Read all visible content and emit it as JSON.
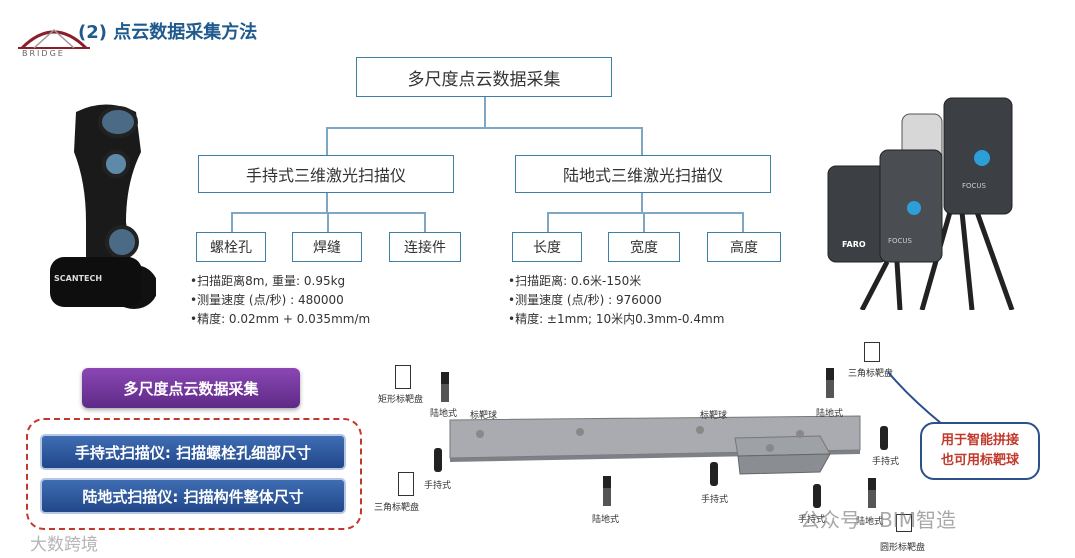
{
  "header": {
    "title": "(2) 点云数据采集方法",
    "logo_text": "BRIDGE"
  },
  "tree": {
    "root": "多尺度点云数据采集",
    "left": {
      "label": "手持式三维激光扫描仪",
      "children": [
        "螺栓孔",
        "焊缝",
        "连接件"
      ],
      "specs": [
        "•扫描距离8m, 重量: 0.95kg",
        "•测量速度 (点/秒) : 480000",
        "•精度: 0.02mm + 0.035mm/m"
      ]
    },
    "right": {
      "label": "陆地式三维激光扫描仪",
      "children": [
        "长度",
        "宽度",
        "高度"
      ],
      "specs": [
        "•扫描距离: 0.6米-150米",
        "•测量速度 (点/秒) : 976000",
        "•精度: ±1mm; 10米内0.3mm-0.4mm"
      ]
    }
  },
  "summary": {
    "title": "多尺度点云数据采集",
    "items": [
      "手持式扫描仪: 扫描螺栓孔细部尺寸",
      "陆地式扫描仪: 扫描构件整体尺寸"
    ]
  },
  "device_labels": {
    "handheld_brand": "SCANTECH",
    "faro_brand": "FARO",
    "focus": "FOCUS"
  },
  "scene_labels": {
    "rect_target": "矩形标靶盘",
    "tri_target_top": "三角标靶盘",
    "tri_target_left": "三角标靶盘",
    "round_target": "圆形标靶盘",
    "terrestrial_1": "陆地式",
    "terrestrial_2": "陆地式",
    "terrestrial_3": "陆地式",
    "terrestrial_4": "陆地式",
    "sphere_1": "标靶球",
    "sphere_2": "标靶球",
    "handheld_1": "手持式",
    "handheld_2": "手持式",
    "handheld_3": "手持式",
    "handheld_4": "手持式"
  },
  "callout": {
    "line1": "用于智能拼接",
    "line2": "也可用标靶球"
  },
  "watermark": {
    "left": "大数跨境",
    "right": "公众号 · BIM智造"
  }
}
